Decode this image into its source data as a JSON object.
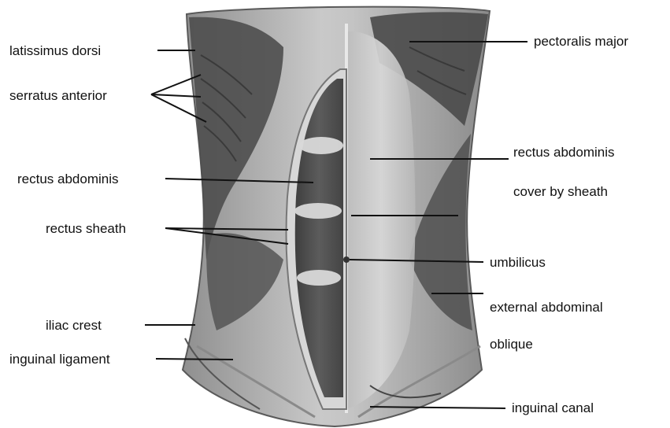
{
  "labels": {
    "latissimus_dorsi": "latissimus dorsi",
    "serratus_anterior": "serratus anterior",
    "rectus_abdominis": "rectus abdominis",
    "rectus_sheath": "rectus sheath",
    "iliac_crest": "iliac crest",
    "inguinal_ligament": "inguinal ligament",
    "pectoralis_major": "pectoralis major",
    "rectus_abdominis_cover_line1": "rectus abdominis",
    "rectus_abdominis_cover_line2": "cover by sheath",
    "umbilicus": "umbilicus",
    "external_oblique_line1": "external abdominal",
    "external_oblique_line2": "oblique",
    "inguinal_canal": "inguinal canal"
  },
  "colors": {
    "background": "#ffffff",
    "muscle_dark": "#4a4a4a",
    "muscle_mid": "#6e6e6e",
    "sheath_light": "#cfcfcf",
    "text": "#111111"
  }
}
